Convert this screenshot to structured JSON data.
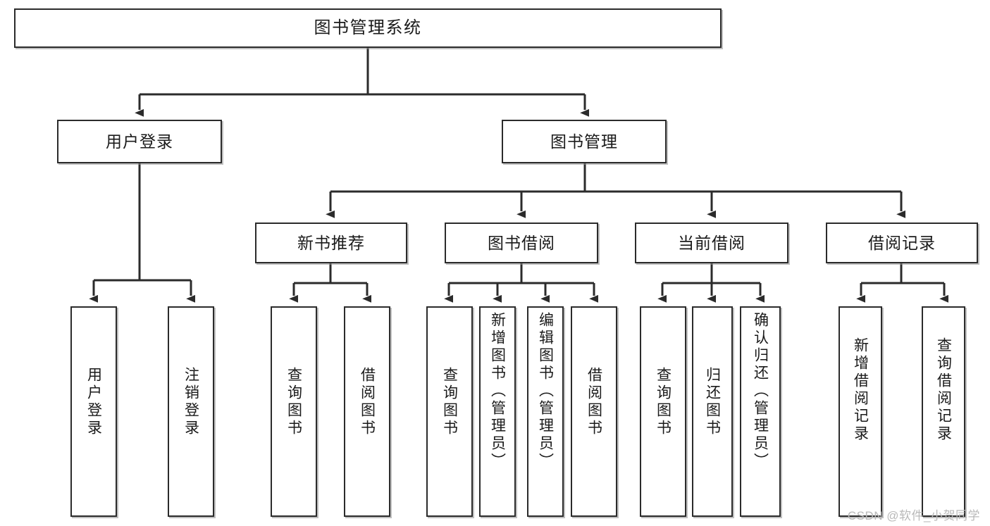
{
  "diagram": {
    "type": "tree-hierarchy-chart",
    "title": "图书管理系统",
    "watermark": "CSDN @软件_小贺同学",
    "style": {
      "box_fill": "#ffffff",
      "box_border": "#2b2b2b",
      "connector": "#2b2b2b",
      "text": "#1a1a1a",
      "watermark_color": "#b9b9b9",
      "background": "#ffffff"
    },
    "nodes": {
      "root": {
        "label": "图书管理系统"
      },
      "level2": [
        {
          "label": "用户登录"
        },
        {
          "label": "图书管理"
        }
      ],
      "level3": [
        {
          "label": "新书推荐"
        },
        {
          "label": "图书借阅"
        },
        {
          "label": "当前借阅"
        },
        {
          "label": "借阅记录"
        }
      ],
      "leaves": {
        "user_login": [
          {
            "label": "用户登录"
          },
          {
            "label": "注销登录"
          }
        ],
        "new_book_recommend": [
          {
            "label": "查询图书"
          },
          {
            "label": "借阅图书"
          }
        ],
        "book_borrow": [
          {
            "label": "查询图书"
          },
          {
            "label": "新增图书（管理员）"
          },
          {
            "label": "编辑图书（管理员）"
          },
          {
            "label": "借阅图书"
          }
        ],
        "current_borrow": [
          {
            "label": "查询图书"
          },
          {
            "label": "归还图书"
          },
          {
            "label": "确认归还（管理员）"
          }
        ],
        "borrow_records": [
          {
            "label": "新增借阅记录"
          },
          {
            "label": "查询借阅记录"
          }
        ]
      }
    }
  }
}
